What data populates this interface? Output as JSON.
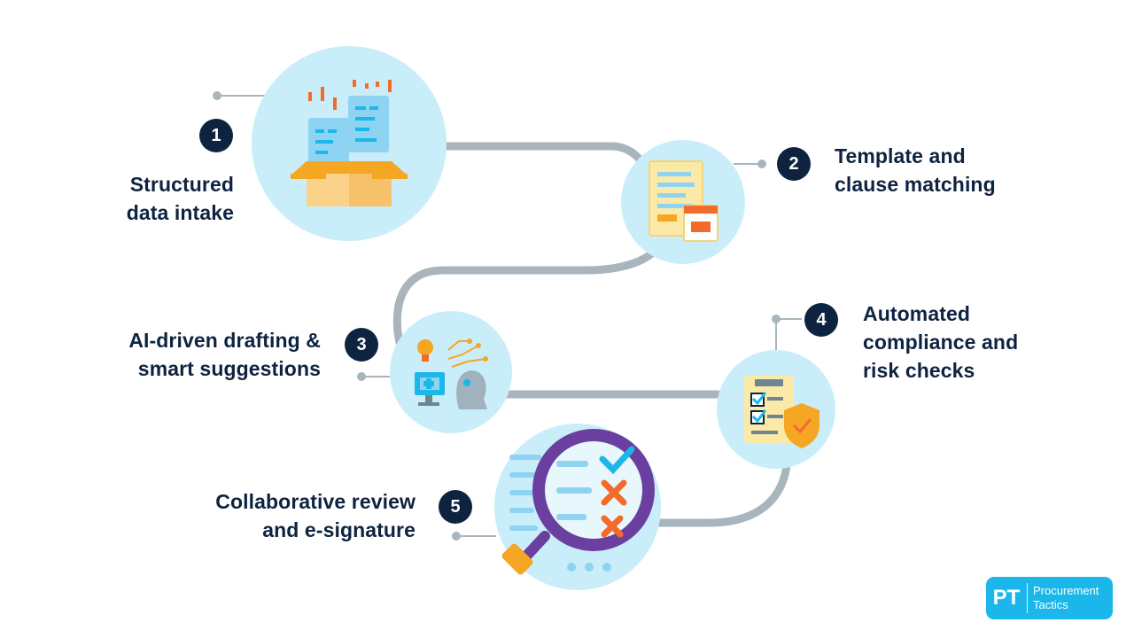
{
  "steps": [
    {
      "number": "1",
      "line1": "Structured",
      "line2": "data intake",
      "line3": ""
    },
    {
      "number": "2",
      "line1": "Template and",
      "line2": "clause matching",
      "line3": ""
    },
    {
      "number": "3",
      "line1": "AI-driven drafting &",
      "line2": "smart suggestions",
      "line3": ""
    },
    {
      "number": "4",
      "line1": "Automated",
      "line2": "compliance and",
      "line3": "risk checks"
    },
    {
      "number": "5",
      "line1": "Collaborative review",
      "line2": "and e-signature",
      "line3": ""
    }
  ],
  "logo": {
    "mark": "PT",
    "line1": "Procurement",
    "line2": "Tactics"
  },
  "colors": {
    "navy": "#0e2340",
    "circle": "#c9eef9",
    "connector": "#a8b5bd",
    "accent_orange": "#f26b2b",
    "accent_blue": "#1bb7ea"
  },
  "icons": [
    "data-box-icon",
    "document-template-icon",
    "ai-head-icon",
    "checklist-shield-icon",
    "magnifier-check-icon"
  ]
}
